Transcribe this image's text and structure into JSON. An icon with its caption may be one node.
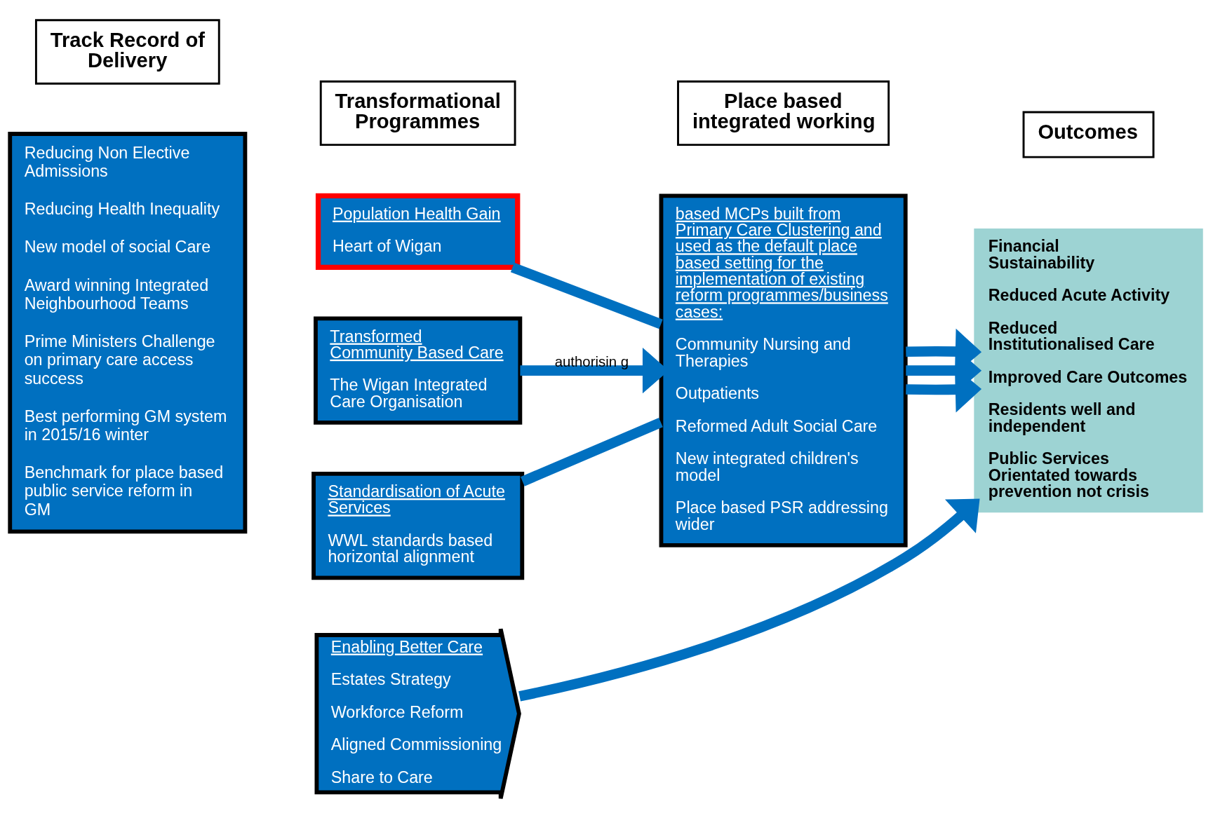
{
  "diagram": {
    "nodes": [
      {
        "text": [
          "Track Record of Delivery"
        ]
      },
      {
        "text": [
          "Transformational Programmes"
        ]
      },
      {
        "text": [
          "Place based integrated working"
        ]
      },
      {
        "text": [
          "Outcomes"
        ]
      },
      {
        "text": [
          "Reducing Non Elective Admissions",
          "Reducing Health Inequality",
          "New model of social Care",
          "Award winning Integrated Neighbourhood Teams",
          "Prime Ministers Challenge on primary care access success",
          "Best performing GM system in 2015/16 winter",
          "Benchmark for place based public service reform in GM"
        ]
      },
      {
        "text": [
          "Population Health Gain",
          "Heart of Wigan"
        ]
      },
      {
        "text": [
          "Transformed Community Based Care",
          "The Wigan Integrated Care Organisation"
        ]
      },
      {
        "text": [
          "Standardisation of Acute Services",
          "WWL standards based horizontal alignment"
        ]
      },
      {
        "text": [
          "based MCPs built from Primary Care Clustering and used as the default place based setting for the implementation of existing reform programmes/business cases:",
          "Community Nursing and Therapies",
          "Outpatients",
          "Reformed Adult Social Care",
          "New integrated children's model",
          "Place based PSR addressing wider"
        ]
      },
      {
        "text": [
          "Enabling Better Care",
          "Estates Strategy",
          "Workforce Reform",
          "Aligned Commissioning",
          "Share to Care"
        ]
      },
      {
        "text": [
          "Financial Sustainability",
          "Reduced Acute Activity",
          "Reduced Institutionalised Care",
          "Improved Care Outcomes",
          "Residents well and independent",
          "Public Services Orientated towards prevention not crisis"
        ]
      }
    ],
    "edges": [
      {
        "from": 5,
        "to": 8,
        "arrow": "none"
      },
      {
        "from": 6,
        "to": 8,
        "arrow": "to",
        "label": "authorisin g"
      },
      {
        "from": 7,
        "to": 8,
        "arrow": "none"
      },
      {
        "from": 8,
        "to": 10,
        "arrow": "to"
      },
      {
        "from": 8,
        "to": 10,
        "arrow": "to"
      },
      {
        "from": 8,
        "to": 10,
        "arrow": "to"
      },
      {
        "from": 9,
        "to": 10,
        "arrow": "to"
      }
    ]
  }
}
